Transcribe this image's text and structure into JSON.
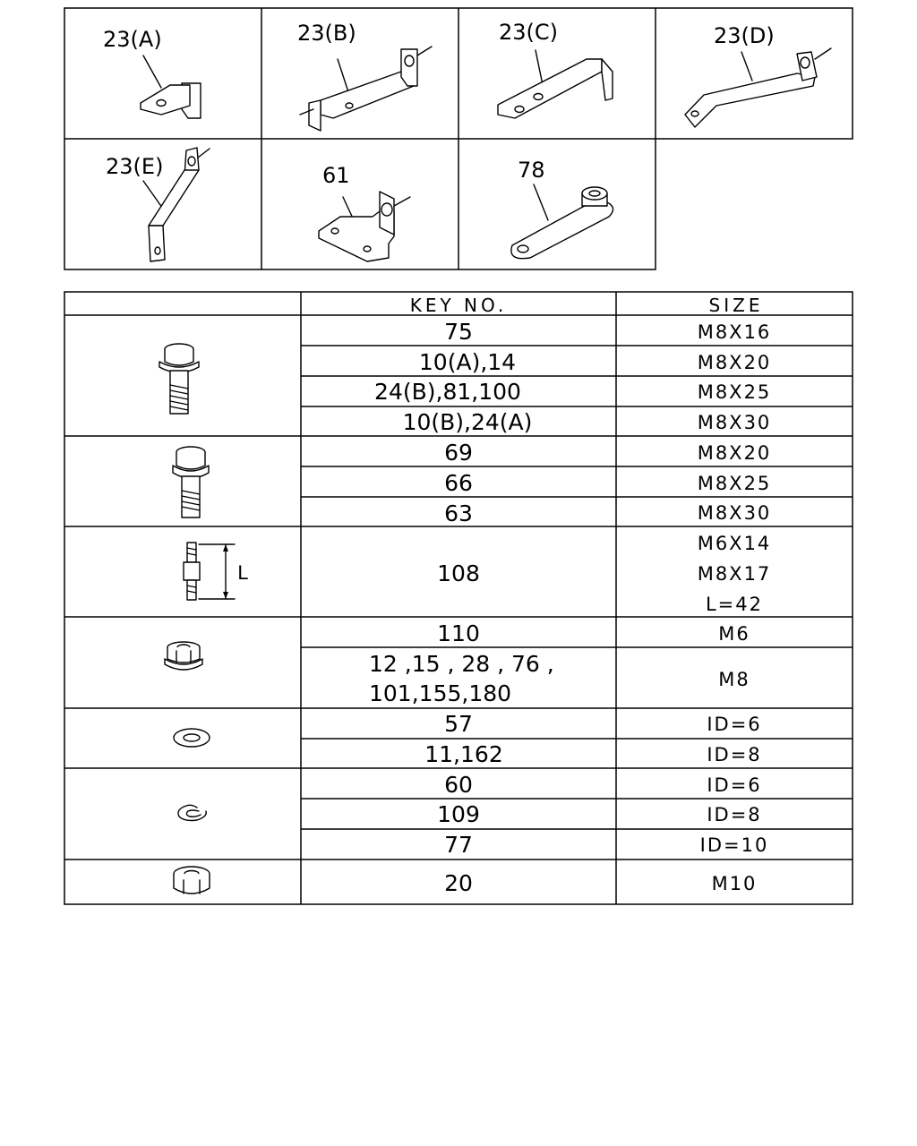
{
  "brackets": [
    {
      "label": "23(A)"
    },
    {
      "label": "23(B)"
    },
    {
      "label": "23(C)"
    },
    {
      "label": "23(D)"
    },
    {
      "label": "23(E)"
    },
    {
      "label": "61"
    },
    {
      "label": "78"
    }
  ],
  "table": {
    "header_key": "KEY  NO.",
    "header_size": "SIZE",
    "groups": [
      {
        "icon": "flange-bolt-icon",
        "rows": [
          {
            "key": "75",
            "size": "M8X16"
          },
          {
            "key": "10(A),14",
            "size": "M8X20"
          },
          {
            "key": "24(B),81,100",
            "size": "M8X25"
          },
          {
            "key": "10(B),24(A)",
            "size": "M8X30"
          }
        ]
      },
      {
        "icon": "washer-bolt-icon",
        "rows": [
          {
            "key": "69",
            "size": "M8X20"
          },
          {
            "key": "66",
            "size": "M8X25"
          },
          {
            "key": "63",
            "size": "M8X30"
          }
        ]
      },
      {
        "icon": "stud-bolt-icon",
        "dim_label": "L",
        "rows": [
          {
            "key": "108",
            "size_lines": [
              "M6X14",
              "M8X17",
              "L=42"
            ]
          }
        ]
      },
      {
        "icon": "flange-nut-icon",
        "rows": [
          {
            "key": "110",
            "size": "M6"
          },
          {
            "key_lines": [
              "12 ,15 , 28 , 76 ,",
              "101,155,180"
            ],
            "size": "M8"
          }
        ]
      },
      {
        "icon": "plain-washer-icon",
        "rows": [
          {
            "key": "57",
            "size": "ID=6"
          },
          {
            "key": "11,162",
            "size": "ID=8"
          }
        ]
      },
      {
        "icon": "lock-washer-icon",
        "rows": [
          {
            "key": "60",
            "size": "ID=6"
          },
          {
            "key": "109",
            "size": "ID=8"
          },
          {
            "key": "77",
            "size": "ID=10"
          }
        ]
      },
      {
        "icon": "hex-nut-icon",
        "rows": [
          {
            "key": "20",
            "size": "M10"
          }
        ]
      }
    ]
  }
}
